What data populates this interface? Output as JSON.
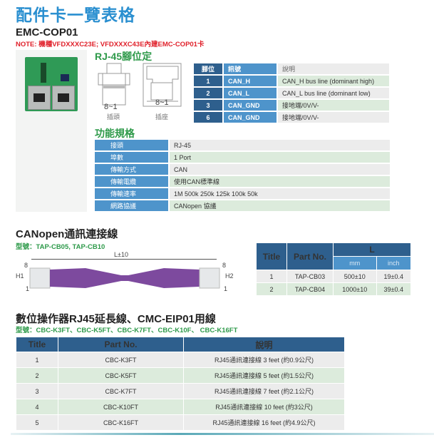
{
  "page_title": "配件卡一覽表格",
  "card": {
    "model": "EMC-COP01",
    "note": "NOTE: 機種VFDXXXC23E; VFDXXXC43E內建EMC-COP01卡"
  },
  "pinout": {
    "heading": "RJ-45腳位定",
    "plug_range": "8~1",
    "plug_label": "插頭",
    "jack_range": "8~1",
    "jack_label": "插座",
    "headers": [
      "腳位",
      "訊號",
      "說明"
    ],
    "rows": [
      [
        "1",
        "CAN_H",
        "CAN_H bus line (dominant high)"
      ],
      [
        "2",
        "CAN_L",
        "CAN_L bus line (dominant low)"
      ],
      [
        "3",
        "CAN_GND",
        "接地端/0V/V-"
      ],
      [
        "6",
        "CAN_GND",
        "接地端/0V/V-"
      ]
    ]
  },
  "specs": {
    "heading": "功能規格",
    "rows": [
      [
        "接頭",
        "RJ-45"
      ],
      [
        "埠數",
        "1 Port"
      ],
      [
        "傳輸方式",
        "CAN"
      ],
      [
        "傳輸電纜",
        "使用CAN標準線"
      ],
      [
        "傳輸速率",
        "1M 500k 250k 125k 100k 50k"
      ],
      [
        "網路協議",
        "CANopen 協議"
      ]
    ]
  },
  "canopen": {
    "heading": "CANopen通訊連接線",
    "models": "型號：TAP-CB05, TAP-CB10",
    "length_label": "L±10",
    "pin8_left": "8",
    "pin1_left": "1",
    "h1": "H1",
    "pin8_right": "8",
    "pin1_right": "1",
    "h2": "H2",
    "headers": {
      "title": "Title",
      "part": "Part No.",
      "l": "L",
      "mm": "mm",
      "inch": "inch"
    },
    "rows": [
      [
        "1",
        "TAP-CB03",
        "500±10",
        "19±0.4"
      ],
      [
        "2",
        "TAP-CB04",
        "1000±10",
        "39±0.4"
      ]
    ]
  },
  "extension": {
    "heading": "數位操作器RJ45延長線、CMC-EIP01用線",
    "models": "型號：CBC-K3FT、CBC-K5FT、CBC-K7FT、CBC-K10F、 CBC-K16FT",
    "headers": [
      "Title",
      "Part No.",
      "說明"
    ],
    "rows": [
      [
        "1",
        "CBC-K3FT",
        "RJ45通訊連接線 3 feet (約0.9公尺)"
      ],
      [
        "2",
        "CBC-K5FT",
        "RJ45通訊連接線 5 feet (約1.5公尺)"
      ],
      [
        "3",
        "CBC-K7FT",
        "RJ45通訊連接線 7 feet (約2.1公尺)"
      ],
      [
        "4",
        "CBC-K10FT",
        "RJ45通訊連接線 10 feet (約3公尺)"
      ],
      [
        "5",
        "CBC-K16FT",
        "RJ45通訊連接線 16 feet (約4.9公尺)"
      ]
    ]
  }
}
